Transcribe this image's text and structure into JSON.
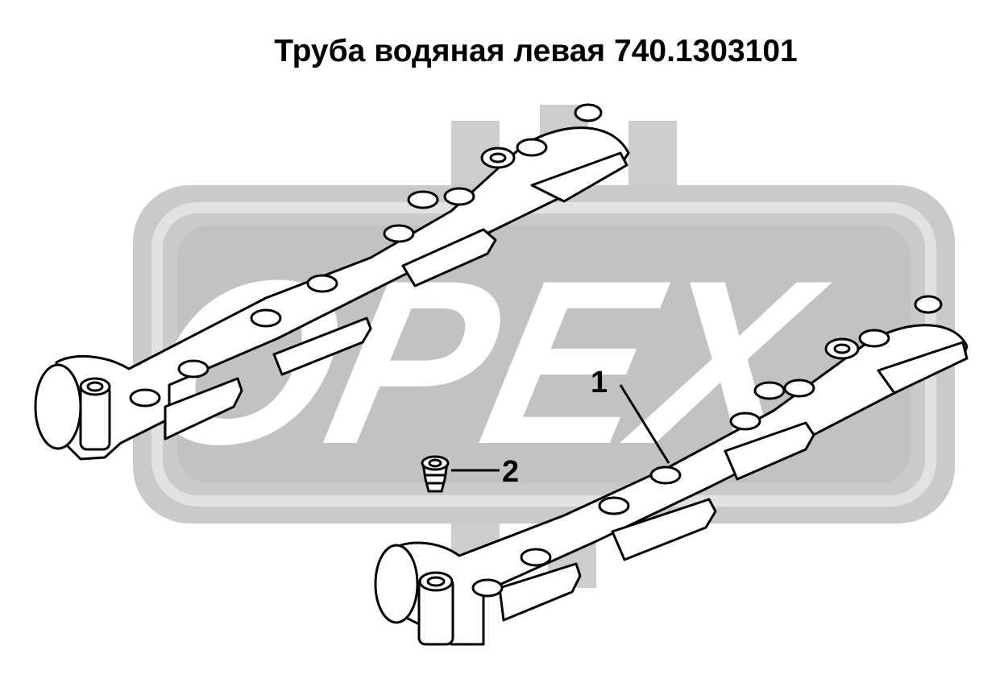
{
  "title": "Труба водяная левая 740.1303101",
  "watermark": {
    "text": "OPEX",
    "color": "#c8c8c8",
    "line_color": "#e4e4e4"
  },
  "callouts": [
    {
      "number": "1",
      "part": "pipe"
    },
    {
      "number": "2",
      "part": "plug"
    }
  ],
  "colors": {
    "line": "#000000",
    "part_fill": "#ffffff"
  }
}
